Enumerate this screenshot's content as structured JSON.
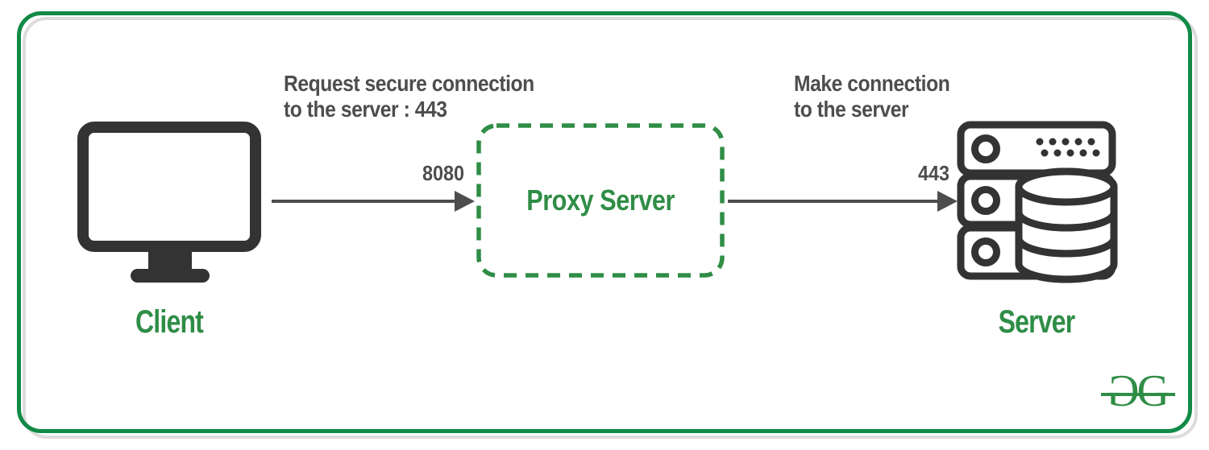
{
  "client": {
    "label": "Client"
  },
  "proxy": {
    "label": "Proxy Server"
  },
  "server": {
    "label": "Server"
  },
  "flows": [
    {
      "caption_lines": [
        "Request secure connection",
        "to the server : 443"
      ],
      "port": "8080"
    },
    {
      "caption_lines": [
        "Make connection",
        "to the server"
      ],
      "port": "443"
    }
  ],
  "logo": {
    "letters": [
      "G",
      "G"
    ]
  },
  "colors": {
    "brand_green": "#2f8d46",
    "frame_green": "#118a46",
    "frame_shadow_silver": "#dcdcdc",
    "icon_dark": "#333333",
    "text_gray": "#4d4d4d"
  }
}
